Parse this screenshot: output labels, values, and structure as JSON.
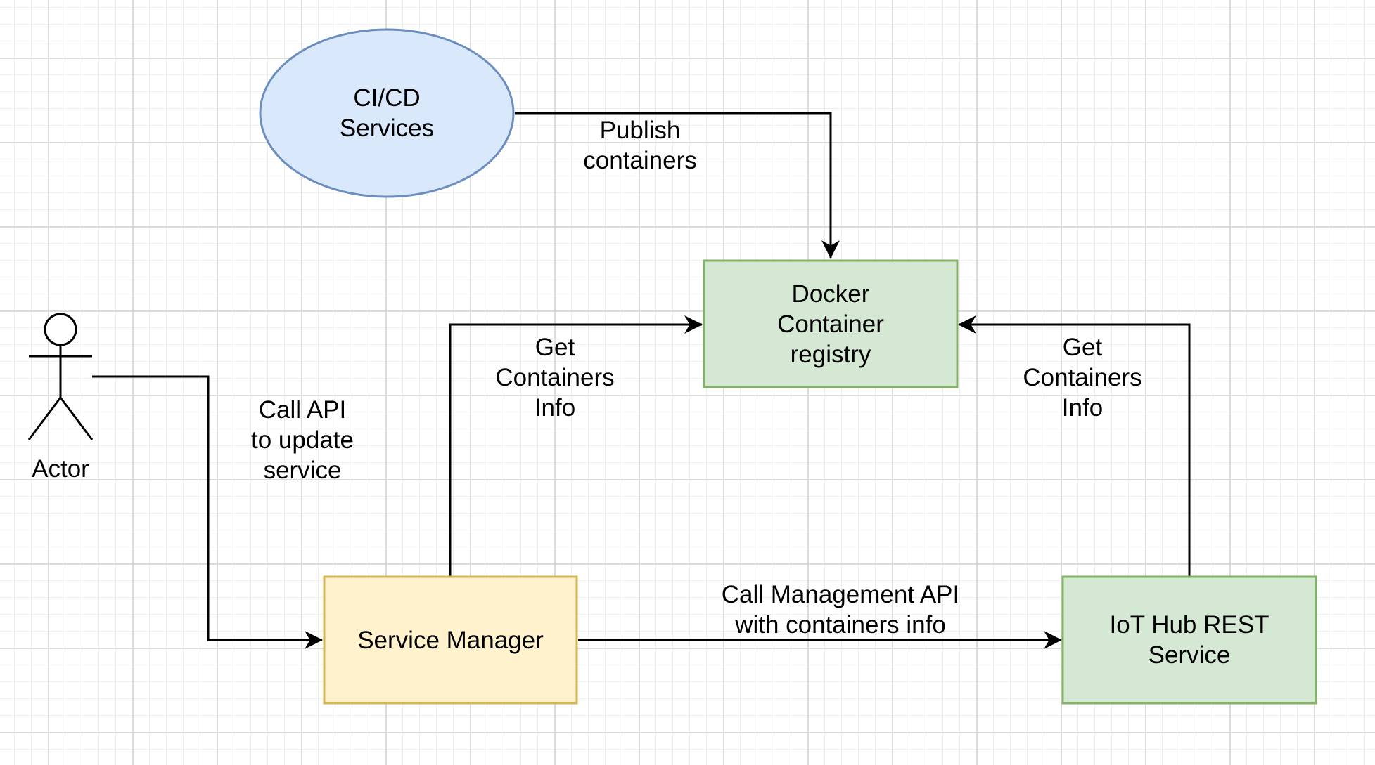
{
  "nodes": {
    "cicd": {
      "label": "CI/CD\nServices",
      "fill": "#dae8fc",
      "stroke": "#6c8ebf"
    },
    "registry": {
      "label": "Docker\nContainer\nregistry",
      "fill": "#d5e8d4",
      "stroke": "#82b366"
    },
    "service_manager": {
      "label": "Service Manager",
      "fill": "#fff2cc",
      "stroke": "#d6b656"
    },
    "iot_hub": {
      "label": "IoT Hub REST\nService",
      "fill": "#d5e8d4",
      "stroke": "#82b366"
    },
    "actor": {
      "label": "Actor"
    }
  },
  "edges": {
    "publish": {
      "label": "Publish\ncontainers"
    },
    "call_api": {
      "label": "Call API\nto update\nservice"
    },
    "get_info_left": {
      "label": "Get\nContainers\nInfo"
    },
    "get_info_right": {
      "label": "Get\nContainers\nInfo"
    },
    "call_mgmt": {
      "label": "Call Management API\nwith containers info"
    }
  },
  "colors": {
    "edge": "#000000",
    "grid_major": "#dcdcdc",
    "grid_minor": "#efefef"
  }
}
